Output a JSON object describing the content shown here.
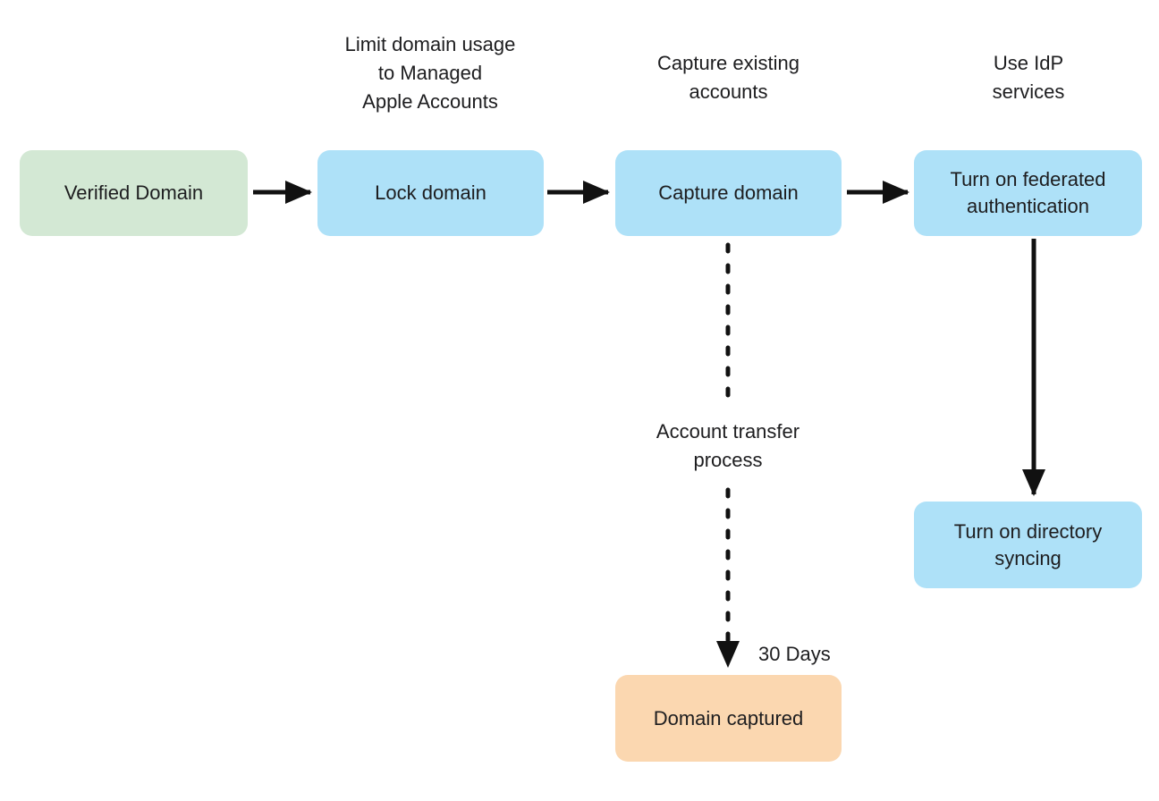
{
  "colors": {
    "background": "#ffffff",
    "node_green": "#d3e8d4",
    "node_blue": "#aee1f8",
    "node_orange": "#fbd7b0",
    "arrow": "#111111",
    "text": "#1d1d1f"
  },
  "flowchart": {
    "nodes": [
      {
        "id": "verified-domain",
        "label": "Verified Domain",
        "color": "#d3e8d4"
      },
      {
        "id": "lock-domain",
        "label": "Lock domain",
        "color": "#aee1f8"
      },
      {
        "id": "capture-domain",
        "label": "Capture domain",
        "color": "#aee1f8"
      },
      {
        "id": "turn-on-federated-authentication",
        "label": "Turn on federated authentication",
        "color": "#aee1f8"
      },
      {
        "id": "turn-on-directory-syncing",
        "label": "Turn on directory syncing",
        "color": "#aee1f8"
      },
      {
        "id": "domain-captured",
        "label": "Domain captured",
        "color": "#fbd7b0"
      }
    ],
    "step_labels": [
      {
        "above": "lock-domain",
        "lines": [
          "Limit domain usage",
          "to Managed",
          "Apple Accounts"
        ]
      },
      {
        "above": "capture-domain",
        "lines": [
          "Capture existing",
          "accounts"
        ]
      },
      {
        "above": "turn-on-federated-authentication",
        "lines": [
          "Use IdP",
          "services"
        ]
      }
    ],
    "edge_labels": {
      "account_transfer": {
        "lines": [
          "Account transfer",
          "process"
        ]
      },
      "duration": "30 Days"
    }
  }
}
